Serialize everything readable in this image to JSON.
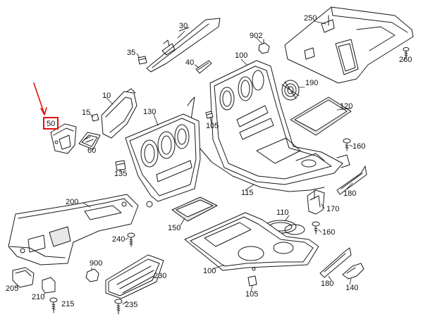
{
  "highlight": {
    "part_number": "50",
    "color": "#e01010"
  },
  "line_color": "#1a1a1a",
  "fill_color": "#ffffff",
  "shade_color": "#e8e8e8",
  "callouts": [
    {
      "id": "c30",
      "label": "30"
    },
    {
      "id": "c35",
      "label": "35"
    },
    {
      "id": "c40",
      "label": "40"
    },
    {
      "id": "c902",
      "label": "902"
    },
    {
      "id": "c250",
      "label": "250"
    },
    {
      "id": "c260",
      "label": "260"
    },
    {
      "id": "c100a",
      "label": "100"
    },
    {
      "id": "c190",
      "label": "190"
    },
    {
      "id": "c120",
      "label": "120"
    },
    {
      "id": "c10",
      "label": "10"
    },
    {
      "id": "c15",
      "label": "15"
    },
    {
      "id": "c130",
      "label": "130"
    },
    {
      "id": "c105a",
      "label": "105"
    },
    {
      "id": "c50",
      "label": "50"
    },
    {
      "id": "c60",
      "label": "60"
    },
    {
      "id": "c160a",
      "label": "160"
    },
    {
      "id": "c135",
      "label": "135"
    },
    {
      "id": "c180a",
      "label": "180"
    },
    {
      "id": "c115",
      "label": "115"
    },
    {
      "id": "c200",
      "label": "200"
    },
    {
      "id": "c170",
      "label": "170"
    },
    {
      "id": "c110",
      "label": "110"
    },
    {
      "id": "c160b",
      "label": "160"
    },
    {
      "id": "c150",
      "label": "150"
    },
    {
      "id": "c240",
      "label": "240"
    },
    {
      "id": "c900",
      "label": "900"
    },
    {
      "id": "c100b",
      "label": "100"
    },
    {
      "id": "c230",
      "label": "230"
    },
    {
      "id": "c205",
      "label": "205"
    },
    {
      "id": "c210",
      "label": "210"
    },
    {
      "id": "c215",
      "label": "215"
    },
    {
      "id": "c235",
      "label": "235"
    },
    {
      "id": "c105b",
      "label": "105"
    },
    {
      "id": "c180b",
      "label": "180"
    },
    {
      "id": "c140",
      "label": "140"
    }
  ]
}
